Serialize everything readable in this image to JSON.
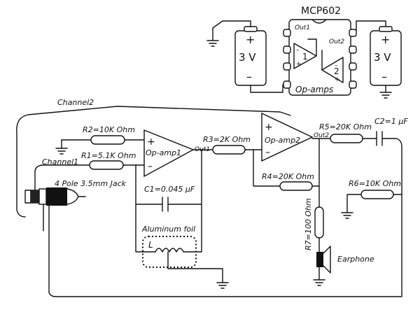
{
  "ic": {
    "title": "MCP602",
    "out1": "Out1",
    "out2": "Out2",
    "amp1": "1",
    "amp2": "2",
    "caption": "Op-amps"
  },
  "battery_left": {
    "voltage": "3 V",
    "plus": "+",
    "minus": "–"
  },
  "battery_right": {
    "voltage": "3 V",
    "plus": "+",
    "minus": "–"
  },
  "circuit": {
    "channel2": "Channel2",
    "channel1": "Channel1",
    "jack": "4 Pole 3.5mm Jack",
    "r1": "R1=5.1K Ohm",
    "r2": "R2=10K Ohm",
    "r3": "R3=2K Ohm",
    "r4": "R4=20K Ohm",
    "r5": "R5=20K Ohm",
    "r6": "R6=10K Ohm",
    "r7": "R7=100 Ohm",
    "c1": "C1=0.045 µF",
    "c2": "C2=1 µF",
    "foil": "Aluminum foil",
    "inductor": "L",
    "earphone": "Earphone",
    "opamp1": "Op-amp1",
    "opamp2": "Op-amp2",
    "out1": "Out1",
    "out2": "Out2",
    "plus": "+",
    "minus": "–"
  }
}
